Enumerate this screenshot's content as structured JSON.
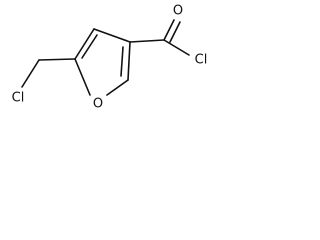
{
  "structure": {
    "atoms": {
      "left_chlorine": "Cl",
      "ring_oxygen": "O",
      "carbonyl_oxygen": "O",
      "acyl_chlorine": "Cl"
    }
  }
}
